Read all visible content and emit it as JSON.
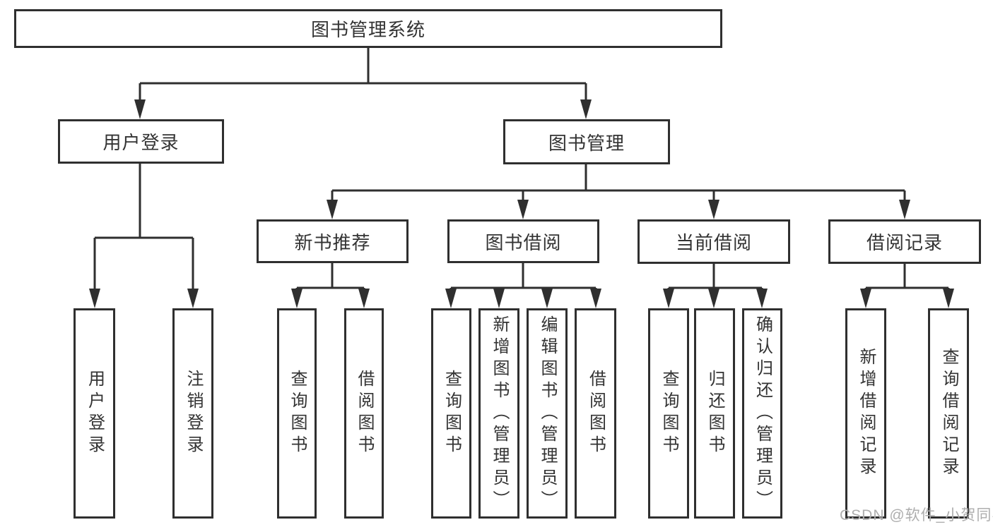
{
  "diagram": {
    "root": "图书管理系统",
    "level1": {
      "user_login": "用户登录",
      "book_management": "图书管理"
    },
    "level2": {
      "new_book_recommend": "新书推荐",
      "book_borrowing": "图书借阅",
      "current_borrowing": "当前借阅",
      "borrowing_records": "借阅记录"
    },
    "groups": {
      "user_login": [
        "用户登录",
        "注销登录"
      ],
      "new_book_recommend": [
        "查询图书",
        "借阅图书"
      ],
      "book_borrowing": [
        "查询图书",
        "新增图书（管理员）",
        "编辑图书（管理员）",
        "借阅图书"
      ],
      "current_borrowing": [
        "查询图书",
        "归还图书",
        "确认归还（管理员）"
      ],
      "borrowing_records": [
        "新增借阅记录",
        "查询借阅记录"
      ]
    },
    "colors": {
      "line": "#2f2f2f",
      "text": "#333333",
      "background": "#ffffff",
      "watermark": "#aeaeae"
    }
  },
  "watermark": "CSDN @软件_小贺同学"
}
